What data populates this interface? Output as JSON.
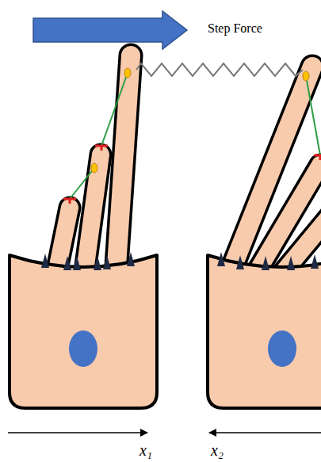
{
  "diagram": {
    "labels": [
      "Step Force",
      "x₁",
      "x₂"
    ]
  }
}
